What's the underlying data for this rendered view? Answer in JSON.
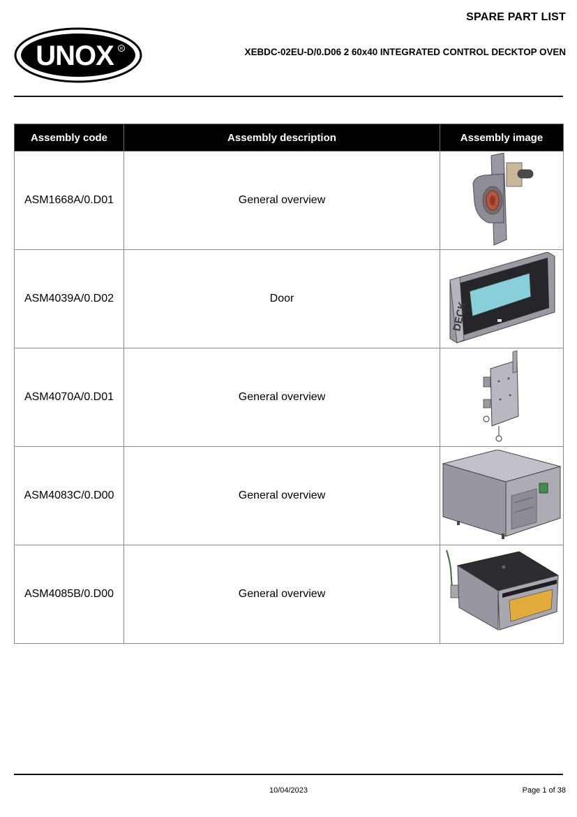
{
  "header": {
    "doc_type": "SPARE PART LIST",
    "product_title": "XEBDC-02EU-D/0.D06 2 60x40 INTEGRATED CONTROL DECKTOP OVEN",
    "logo_text": "UNOX"
  },
  "table": {
    "columns": [
      "Assembly code",
      "Assembly description",
      "Assembly image"
    ],
    "rows": [
      {
        "code": "ASM1668A/0.D01",
        "description": "General overview",
        "image": "fan-motor-assembly-image"
      },
      {
        "code": "ASM4039A/0.D02",
        "description": "Door",
        "image": "oven-door-image",
        "image_text": "DECK"
      },
      {
        "code": "ASM4070A/0.D01",
        "description": "General overview",
        "image": "side-panel-assembly-image"
      },
      {
        "code": "ASM4083C/0.D00",
        "description": "General overview",
        "image": "oven-chassis-image"
      },
      {
        "code": "ASM4085B/0.D00",
        "description": "General overview",
        "image": "deck-chamber-image"
      }
    ]
  },
  "footer": {
    "date": "10/04/2023",
    "page": "Page 1 of 38"
  },
  "colors": {
    "header_bg": "#000000",
    "header_text": "#ffffff",
    "border": "#8a8a8a",
    "part_gray": "#9a99a3",
    "glass_blue": "#7ec9d6",
    "insulation_yellow": "#e2a93a"
  }
}
